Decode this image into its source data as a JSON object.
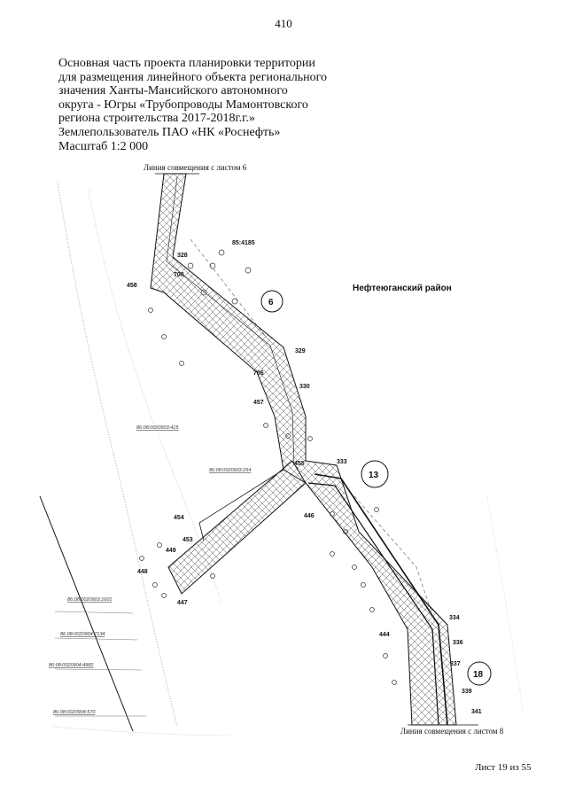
{
  "page_number": "410",
  "title_lines": [
    "Основная часть проекта планировки территории",
    "для размещения линейного объекта регионального",
    "значения Ханты-Мансийского автономного",
    "округа - Югры «Трубопроводы Мамонтовского",
    "региона строительства 2017-2018г.г.»",
    "Землепользователь ПАО «НК «Роснефть»",
    "Масштаб 1:2 000"
  ],
  "map": {
    "match_line_top": "Линия совмещения с листом 6",
    "match_line_bottom": "Линия совмещения с листом 8",
    "district": "Нефтеюганский район",
    "parcel_top": "85:4185",
    "circles": [
      "6",
      "13",
      "18"
    ],
    "cadastral_labels": [
      "86:08:0020903:415",
      "86:08:0020903:254",
      "86:08:0020903:1601",
      "86:08:0020904:7134",
      "86:08:0020904:4982",
      "86:08:0020904:570"
    ],
    "points": [
      "328",
      "458",
      "700",
      "329",
      "706",
      "330",
      "457",
      "455",
      "333",
      "446",
      "454",
      "453",
      "449",
      "448",
      "447",
      "444",
      "334",
      "336",
      "337",
      "339",
      "341"
    ]
  },
  "sheet_footer": "Лист 19 из 55"
}
